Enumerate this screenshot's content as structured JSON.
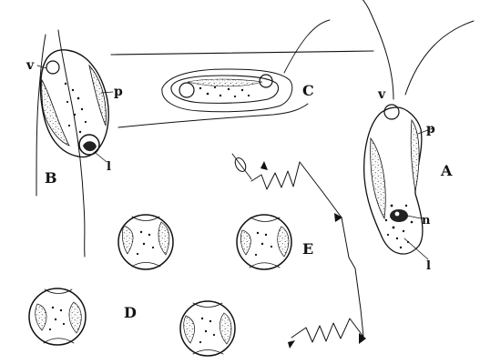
{
  "labels": {
    "A": "A",
    "B": "B",
    "C": "C",
    "D": "D",
    "E": "E",
    "v_A": "v",
    "p_A": "p",
    "n_A": "n",
    "l_A": "l",
    "v_B": "v",
    "p_B": "p",
    "l_B": "l"
  }
}
